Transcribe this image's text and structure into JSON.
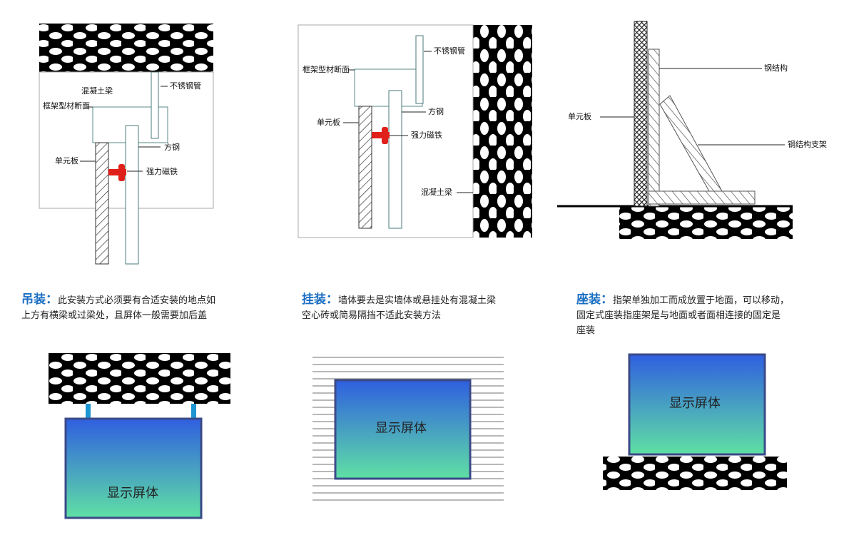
{
  "colors": {
    "accent": "#1a6ec2",
    "magnet": "#e0201a",
    "screen_top": "#2f5fe0",
    "screen_bottom": "#5fe0a4",
    "screen_border": "#3a4a88",
    "hanger": "#1e96d2"
  },
  "diagram1": {
    "concrete": "混凝土梁",
    "pipe": "不锈钢管",
    "frame": "框架型材断面",
    "square_steel": "方钢",
    "unit_panel": "单元板",
    "magnet": "强力磁铁"
  },
  "diagram2": {
    "pipe": "不锈钢管",
    "frame": "框架型材断面",
    "square_steel": "方钢",
    "unit_panel": "单元板",
    "magnet": "强力磁铁",
    "concrete": "混凝土梁"
  },
  "diagram3": {
    "steel_structure": "钢结构",
    "unit_panel": "单元板",
    "steel_support": "钢结构支架"
  },
  "methods": [
    {
      "title": "吊装：",
      "line1": "此安装方式必须要有合适安装的地点如",
      "line2": "上方有横梁或过梁处，且屏体一般需要加后盖",
      "line3": ""
    },
    {
      "title": "挂装：",
      "line1": "墙体要去是实墙体或悬挂处有混凝土梁",
      "line2": "空心砖或简易隔挡不适此安装方法",
      "line3": ""
    },
    {
      "title": "座装：",
      "line1": "指架单独加工而成放置于地面，可以移动，",
      "line2": "固定式座装指座架是与地面或者面相连接的固定是",
      "line3": "座装"
    }
  ],
  "screen_label": "显示屏体"
}
